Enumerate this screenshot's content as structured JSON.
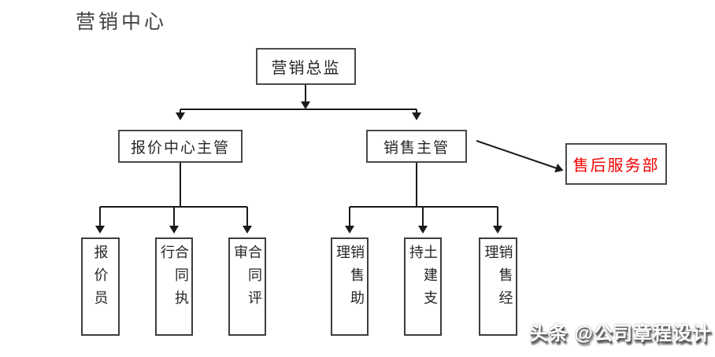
{
  "page": {
    "title": "营销中心",
    "watermark": "头条 @公司章程设计",
    "background": "#ffffff"
  },
  "colors": {
    "box_border": "#4a4a4a",
    "connector_line": "#1a1a1a",
    "text": "#262626",
    "accent_red": "#f20000"
  },
  "org_chart": {
    "root": {
      "label": "营销总监"
    },
    "level2": [
      {
        "label": "报价中心主管"
      },
      {
        "label": "销售主管"
      }
    ],
    "after_sales": {
      "label": "售后服务部"
    },
    "level3_left": [
      {
        "label": "报价员"
      },
      {
        "label": "合同执行"
      },
      {
        "label": "合同评审"
      }
    ],
    "level3_right": [
      {
        "label": "销售助理"
      },
      {
        "label": "土建支持"
      },
      {
        "label": "销售经理"
      }
    ]
  }
}
